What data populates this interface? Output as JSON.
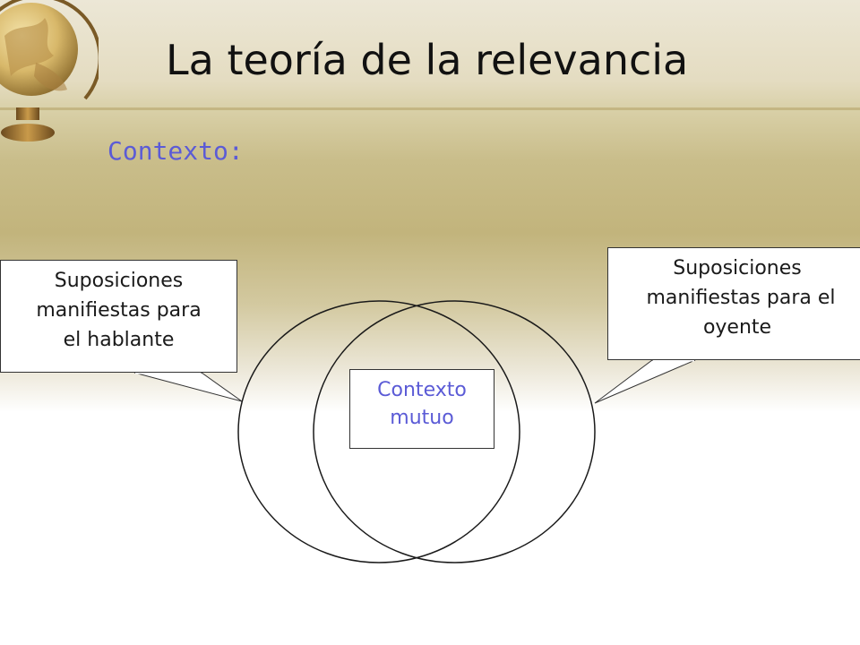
{
  "slide": {
    "title": "La teoría de la relevancia",
    "subtitle": "Contexto:"
  },
  "diagram": {
    "left_callout": {
      "lines": [
        "Suposiciones",
        "manifiestas para",
        "el hablante"
      ]
    },
    "right_callout": {
      "lines": [
        "Suposiciones",
        "manifiestas para el",
        "oyente"
      ]
    },
    "center_label": {
      "lines": [
        "Contexto",
        "mutuo"
      ]
    }
  },
  "icons": {
    "decoration": "globe-icon"
  },
  "colors": {
    "accent_text": "#5b5bd6",
    "title_text": "#111111",
    "band": "#c2b47c"
  }
}
